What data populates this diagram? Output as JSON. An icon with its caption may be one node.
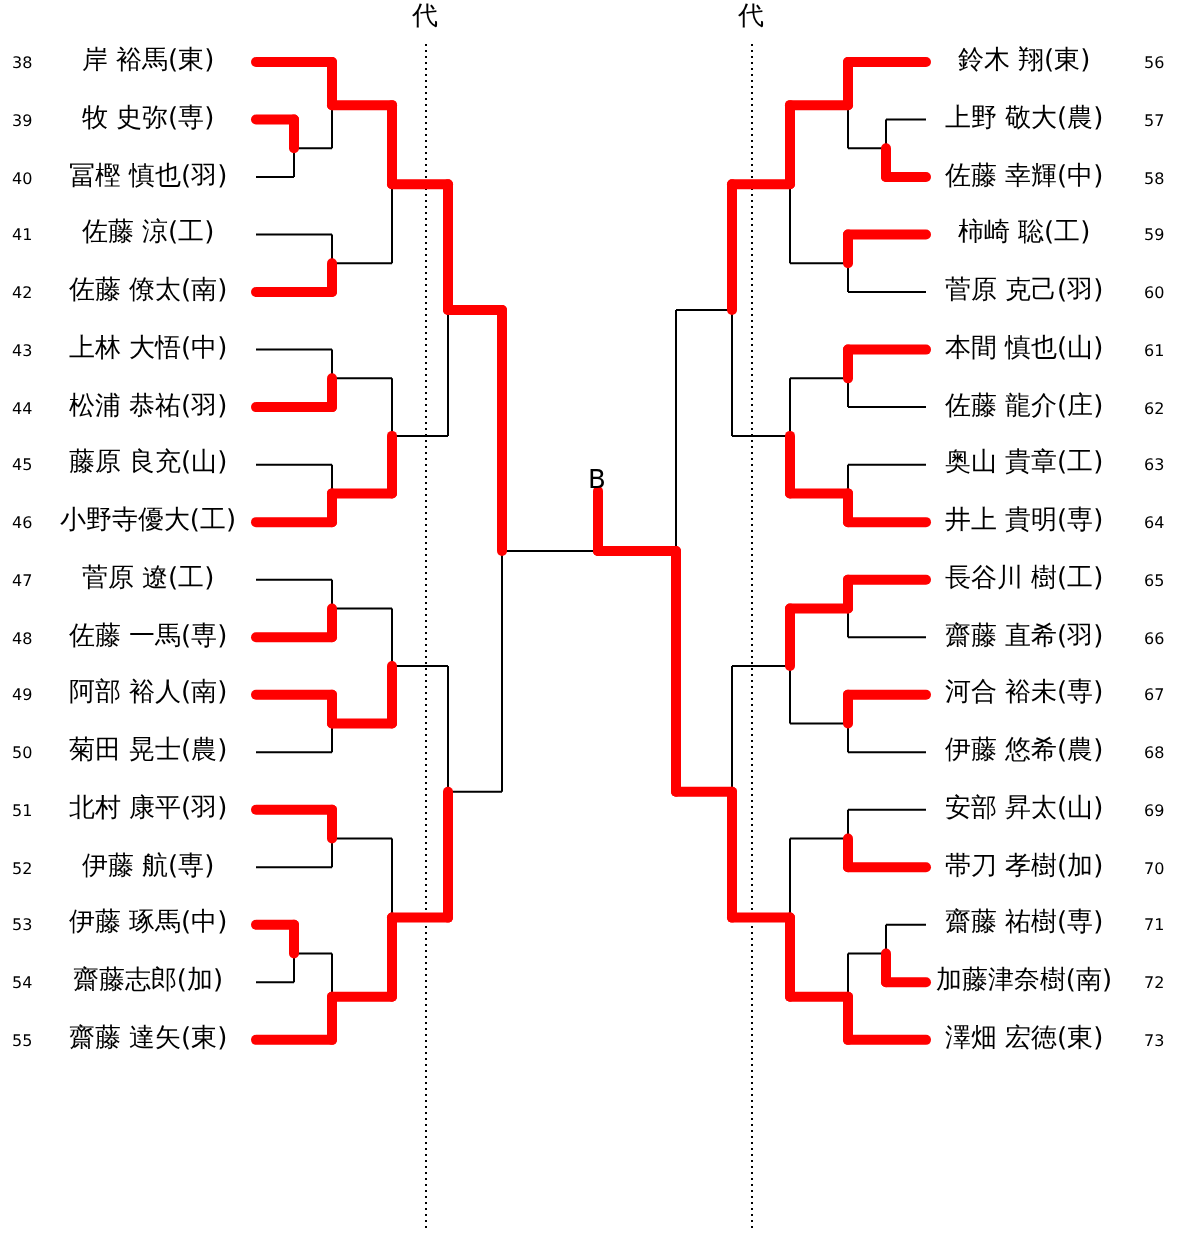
{
  "diagram": {
    "nodes": [
      {
        "text": [
          "岸 裕馬(東)"
        ],
        "beside": [
          "38"
        ]
      },
      {
        "text": [
          "牧 史弥(専)"
        ],
        "beside": [
          "39"
        ]
      },
      {
        "text": [
          "冨樫 慎也(羽)"
        ],
        "beside": [
          "40"
        ]
      },
      {
        "text": [
          "佐藤 涼(工)"
        ],
        "beside": [
          "41"
        ]
      },
      {
        "text": [
          "佐藤 僚太(南)"
        ],
        "beside": [
          "42"
        ]
      },
      {
        "text": [
          "上林 大悟(中)"
        ],
        "beside": [
          "43"
        ]
      },
      {
        "text": [
          "松浦 恭祐(羽)"
        ],
        "beside": [
          "44"
        ]
      },
      {
        "text": [
          "藤原 良充(山)"
        ],
        "beside": [
          "45"
        ]
      },
      {
        "text": [
          "小野寺優大(工)"
        ],
        "beside": [
          "46"
        ]
      },
      {
        "text": [
          "菅原 遼(工)"
        ],
        "beside": [
          "47"
        ]
      },
      {
        "text": [
          "佐藤 一馬(専)"
        ],
        "beside": [
          "48"
        ]
      },
      {
        "text": [
          "阿部 裕人(南)"
        ],
        "beside": [
          "49"
        ]
      },
      {
        "text": [
          "菊田 晃士(農)"
        ],
        "beside": [
          "50"
        ]
      },
      {
        "text": [
          "北村 康平(羽)"
        ],
        "beside": [
          "51"
        ]
      },
      {
        "text": [
          "伊藤 航(専)"
        ],
        "beside": [
          "52"
        ]
      },
      {
        "text": [
          "伊藤 琢馬(中)"
        ],
        "beside": [
          "53"
        ]
      },
      {
        "text": [
          "齋藤志郎(加)"
        ],
        "beside": [
          "54"
        ]
      },
      {
        "text": [
          "齋藤 達矢(東)"
        ],
        "beside": [
          "55"
        ]
      },
      {
        "text": [
          "鈴木 翔(東)"
        ],
        "beside": [
          "56"
        ]
      },
      {
        "text": [
          "上野 敬大(農)"
        ],
        "beside": [
          "57"
        ]
      },
      {
        "text": [
          "佐藤 幸輝(中)"
        ],
        "beside": [
          "58"
        ]
      },
      {
        "text": [
          "柿崎 聡(工)"
        ],
        "beside": [
          "59"
        ]
      },
      {
        "text": [
          "菅原 克己(羽)"
        ],
        "beside": [
          "60"
        ]
      },
      {
        "text": [
          "本間 慎也(山)"
        ],
        "beside": [
          "61"
        ]
      },
      {
        "text": [
          "佐藤 龍介(庄)"
        ],
        "beside": [
          "62"
        ]
      },
      {
        "text": [
          "奥山 貴章(工)"
        ],
        "beside": [
          "63"
        ]
      },
      {
        "text": [
          "井上 貴明(専)"
        ],
        "beside": [
          "64"
        ]
      },
      {
        "text": [
          "長谷川 樹(工)"
        ],
        "beside": [
          "65"
        ]
      },
      {
        "text": [
          "齋藤 直希(羽)"
        ],
        "beside": [
          "66"
        ]
      },
      {
        "text": [
          "河合 裕未(専)"
        ],
        "beside": [
          "67"
        ]
      },
      {
        "text": [
          "伊藤 悠希(農)"
        ],
        "beside": [
          "68"
        ]
      },
      {
        "text": [
          "安部 昇太(山)"
        ],
        "beside": [
          "69"
        ]
      },
      {
        "text": [
          "帯刀 孝樹(加)"
        ],
        "beside": [
          "70"
        ]
      },
      {
        "text": [
          "齋藤 祐樹(専)"
        ],
        "beside": [
          "71"
        ]
      },
      {
        "text": [
          "加藤津奈樹(南)"
        ],
        "beside": [
          "72"
        ]
      },
      {
        "text": [
          "澤畑 宏徳(東)"
        ],
        "beside": [
          "73"
        ]
      }
    ],
    "labels": [
      "代",
      "代",
      "B"
    ]
  }
}
